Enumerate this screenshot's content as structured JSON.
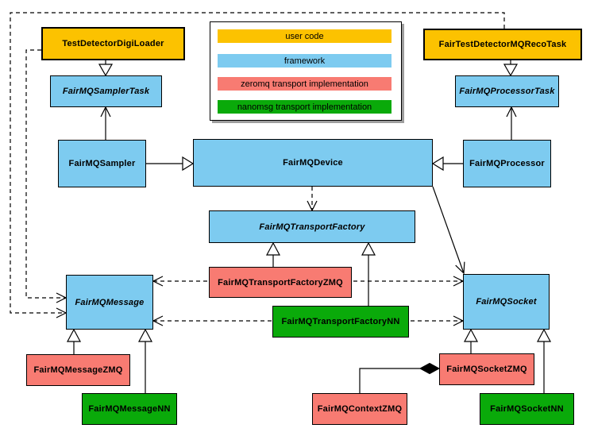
{
  "colors": {
    "user_code": "#FCC200",
    "framework": "#7DCBF0",
    "zeromq": "#F87B72",
    "nanomsg": "#0AAA0A",
    "panel_shadow": "#9E9E9E"
  },
  "legend": {
    "items": [
      {
        "label": "user code",
        "color": "#FCC200"
      },
      {
        "label": "framework",
        "color": "#7DCBF0"
      },
      {
        "label": "zeromq transport implementation",
        "color": "#F87B72"
      },
      {
        "label": "nanomsg transport implementation",
        "color": "#0AAA0A"
      }
    ]
  },
  "nodes": {
    "test_detector_digi_loader": {
      "label": "TestDetectorDigiLoader",
      "category": "user code"
    },
    "fair_test_detector_mq_reco_task": {
      "label": "FairTestDetectorMQRecoTask",
      "category": "user code"
    },
    "fair_mq_sampler_task": {
      "label": "FairMQSamplerTask",
      "category": "framework"
    },
    "fair_mq_processor_task": {
      "label": "FairMQProcessorTask",
      "category": "framework"
    },
    "fair_mq_sampler": {
      "label": "FairMQSampler",
      "category": "framework"
    },
    "fair_mq_device": {
      "label": "FairMQDevice",
      "category": "framework"
    },
    "fair_mq_processor": {
      "label": "FairMQProcessor",
      "category": "framework"
    },
    "fair_mq_transport_factory": {
      "label": "FairMQTransportFactory",
      "category": "framework"
    },
    "fair_mq_transport_factory_zmq": {
      "label": "FairMQTransportFactoryZMQ",
      "category": "zeromq"
    },
    "fair_mq_transport_factory_nn": {
      "label": "FairMQTransportFactoryNN",
      "category": "nanomsg"
    },
    "fair_mq_message": {
      "label": "FairMQMessage",
      "category": "framework"
    },
    "fair_mq_socket": {
      "label": "FairMQSocket",
      "category": "framework"
    },
    "fair_mq_message_zmq": {
      "label": "FairMQMessageZMQ",
      "category": "zeromq"
    },
    "fair_mq_message_nn": {
      "label": "FairMQMessageNN",
      "category": "nanomsg"
    },
    "fair_mq_context_zmq": {
      "label": "FairMQContextZMQ",
      "category": "zeromq"
    },
    "fair_mq_socket_zmq": {
      "label": "FairMQSocketZMQ",
      "category": "zeromq"
    },
    "fair_mq_socket_nn": {
      "label": "FairMQSocketNN",
      "category": "nanomsg"
    }
  }
}
